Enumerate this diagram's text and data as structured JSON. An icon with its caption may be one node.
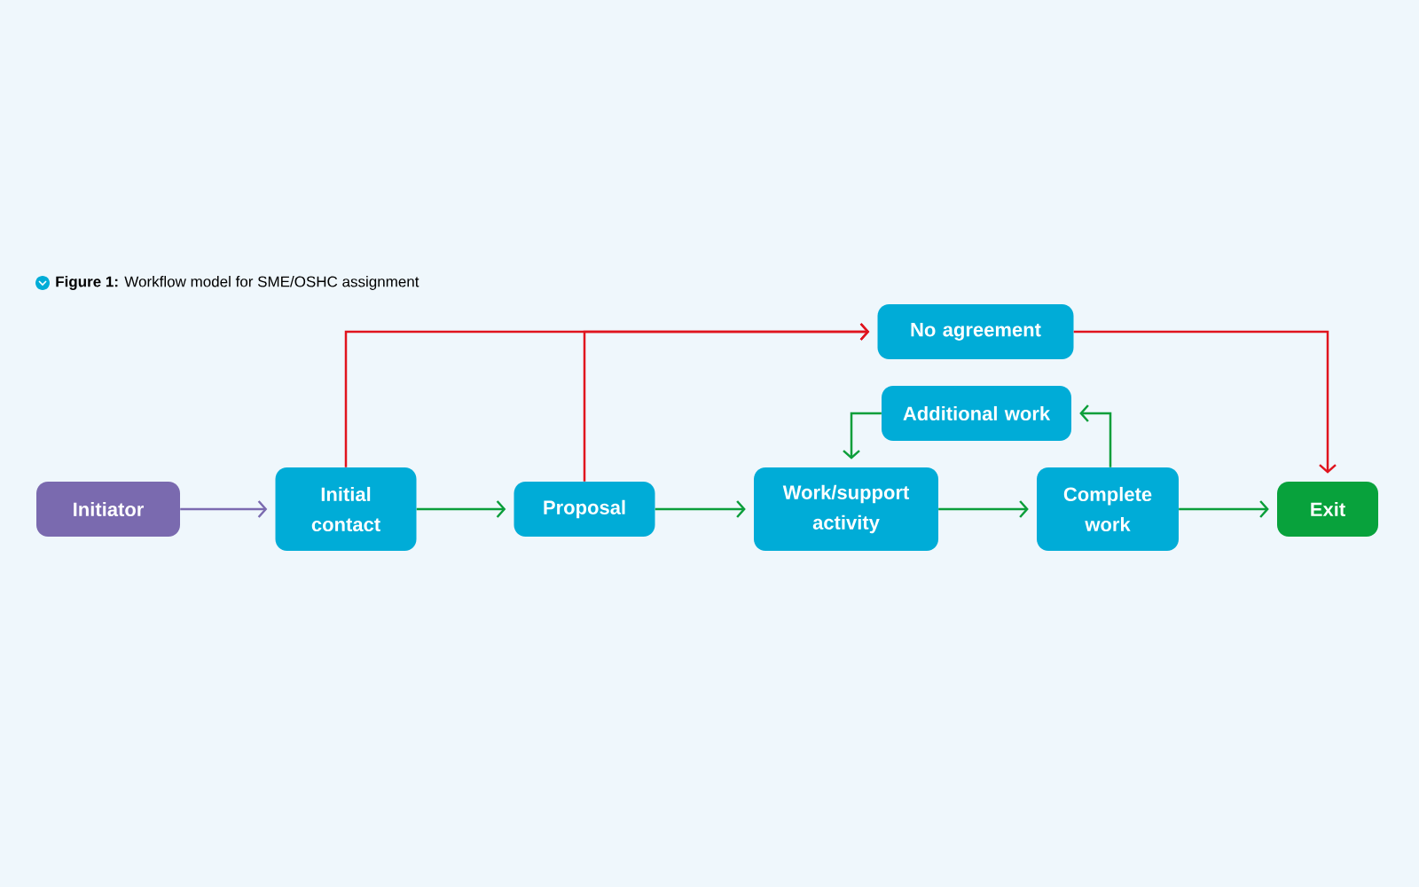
{
  "diagram": {
    "title": "**Figure 1:** Workflow model for SME/OSHC assignment",
    "nodes": [
      {
        "text": [
          "Initiator"
        ]
      },
      {
        "text": [
          "Initial contact"
        ]
      },
      {
        "text": [
          "Proposal"
        ]
      },
      {
        "text": [
          "Work/support activity"
        ]
      },
      {
        "text": [
          "Complete work"
        ]
      },
      {
        "text": [
          "Exit"
        ]
      },
      {
        "text": [
          "No agreement"
        ]
      },
      {
        "text": [
          "Additional work"
        ]
      }
    ],
    "edges": [
      {
        "from": 0,
        "to": 1,
        "arrow": "to",
        "color": "#7b6bb0"
      },
      {
        "from": 1,
        "to": 2,
        "arrow": "to"
      },
      {
        "from": 2,
        "to": 3,
        "arrow": "to"
      },
      {
        "from": 3,
        "to": 4,
        "arrow": "to"
      },
      {
        "from": 4,
        "to": 5,
        "arrow": "to"
      },
      {
        "from": 1,
        "to": 6,
        "arrow": "to",
        "color": "#e0141e"
      },
      {
        "from": 2,
        "to": 6,
        "arrow": "to",
        "color": "#e0141e"
      },
      {
        "from": 6,
        "to": 5,
        "arrow": "to",
        "color": "#e0141e"
      },
      {
        "from": 4,
        "to": 7,
        "arrow": "to"
      },
      {
        "from": 7,
        "to": 3,
        "arrow": "to"
      }
    ]
  }
}
